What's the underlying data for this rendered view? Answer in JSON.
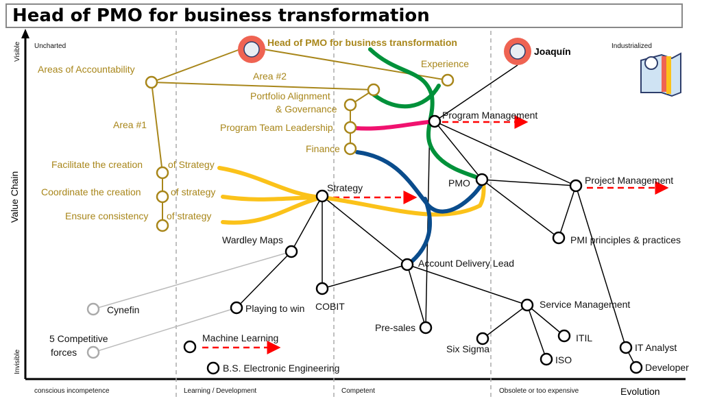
{
  "title": "Head of PMO for business transformation",
  "axes": {
    "y_label": "Value Chain",
    "y_top": "Visible",
    "y_bottom": "Invisible",
    "x_label": "Evolution",
    "stages": [
      "conscious incompetence",
      "Learning / Development",
      "Competent",
      "Obsolete or too expensive"
    ],
    "corner_left": "Uncharted",
    "corner_right": "Industrialized"
  },
  "role": {
    "label": "Head of PMO for business transformation"
  },
  "person": {
    "label": "Joaquín"
  },
  "gold": {
    "aoa": "Areas of Accountability",
    "area1": "Area #1",
    "area2": "Area #2",
    "experience": "Experience",
    "portfolio1": "Portfolio Alignment",
    "portfolio2": "& Governance",
    "ptl": "Program Team Leadership",
    "finance": "Finance",
    "facilitate": "Facilitate the creation",
    "coordinate": "Coordinate the creation",
    "ensure": "Ensure consistency",
    "of1": "of Strategy",
    "of2": "of strategy",
    "of3": "of strategy"
  },
  "nodes": {
    "program_mgmt": "Program Management",
    "pmo": "PMO",
    "project_mgmt": "Project Management",
    "strategy": "Strategy",
    "adl": "Account Delivery Lead",
    "wardley": "Wardley Maps",
    "cobit": "COBIT",
    "playing": "Playing to win",
    "cynefin": "Cynefin",
    "five1": "5 Competitive",
    "five2": "forces",
    "presales": "Pre-sales",
    "service": "Service Management",
    "sixsigma": "Six Sigma",
    "itil": "ITIL",
    "iso": "ISO",
    "pmi": "PMI principles & practices",
    "itanalyst": "IT Analyst",
    "developer": "Developer",
    "ml": "Machine Learning",
    "bs": "B.S. Electronic Engineering"
  },
  "colors": {
    "gold": "#a8861a",
    "yellow": "#fbc21a",
    "green": "#00913a",
    "pink": "#f0126f",
    "blue": "#0a4c8c",
    "red": "#ff0000"
  }
}
